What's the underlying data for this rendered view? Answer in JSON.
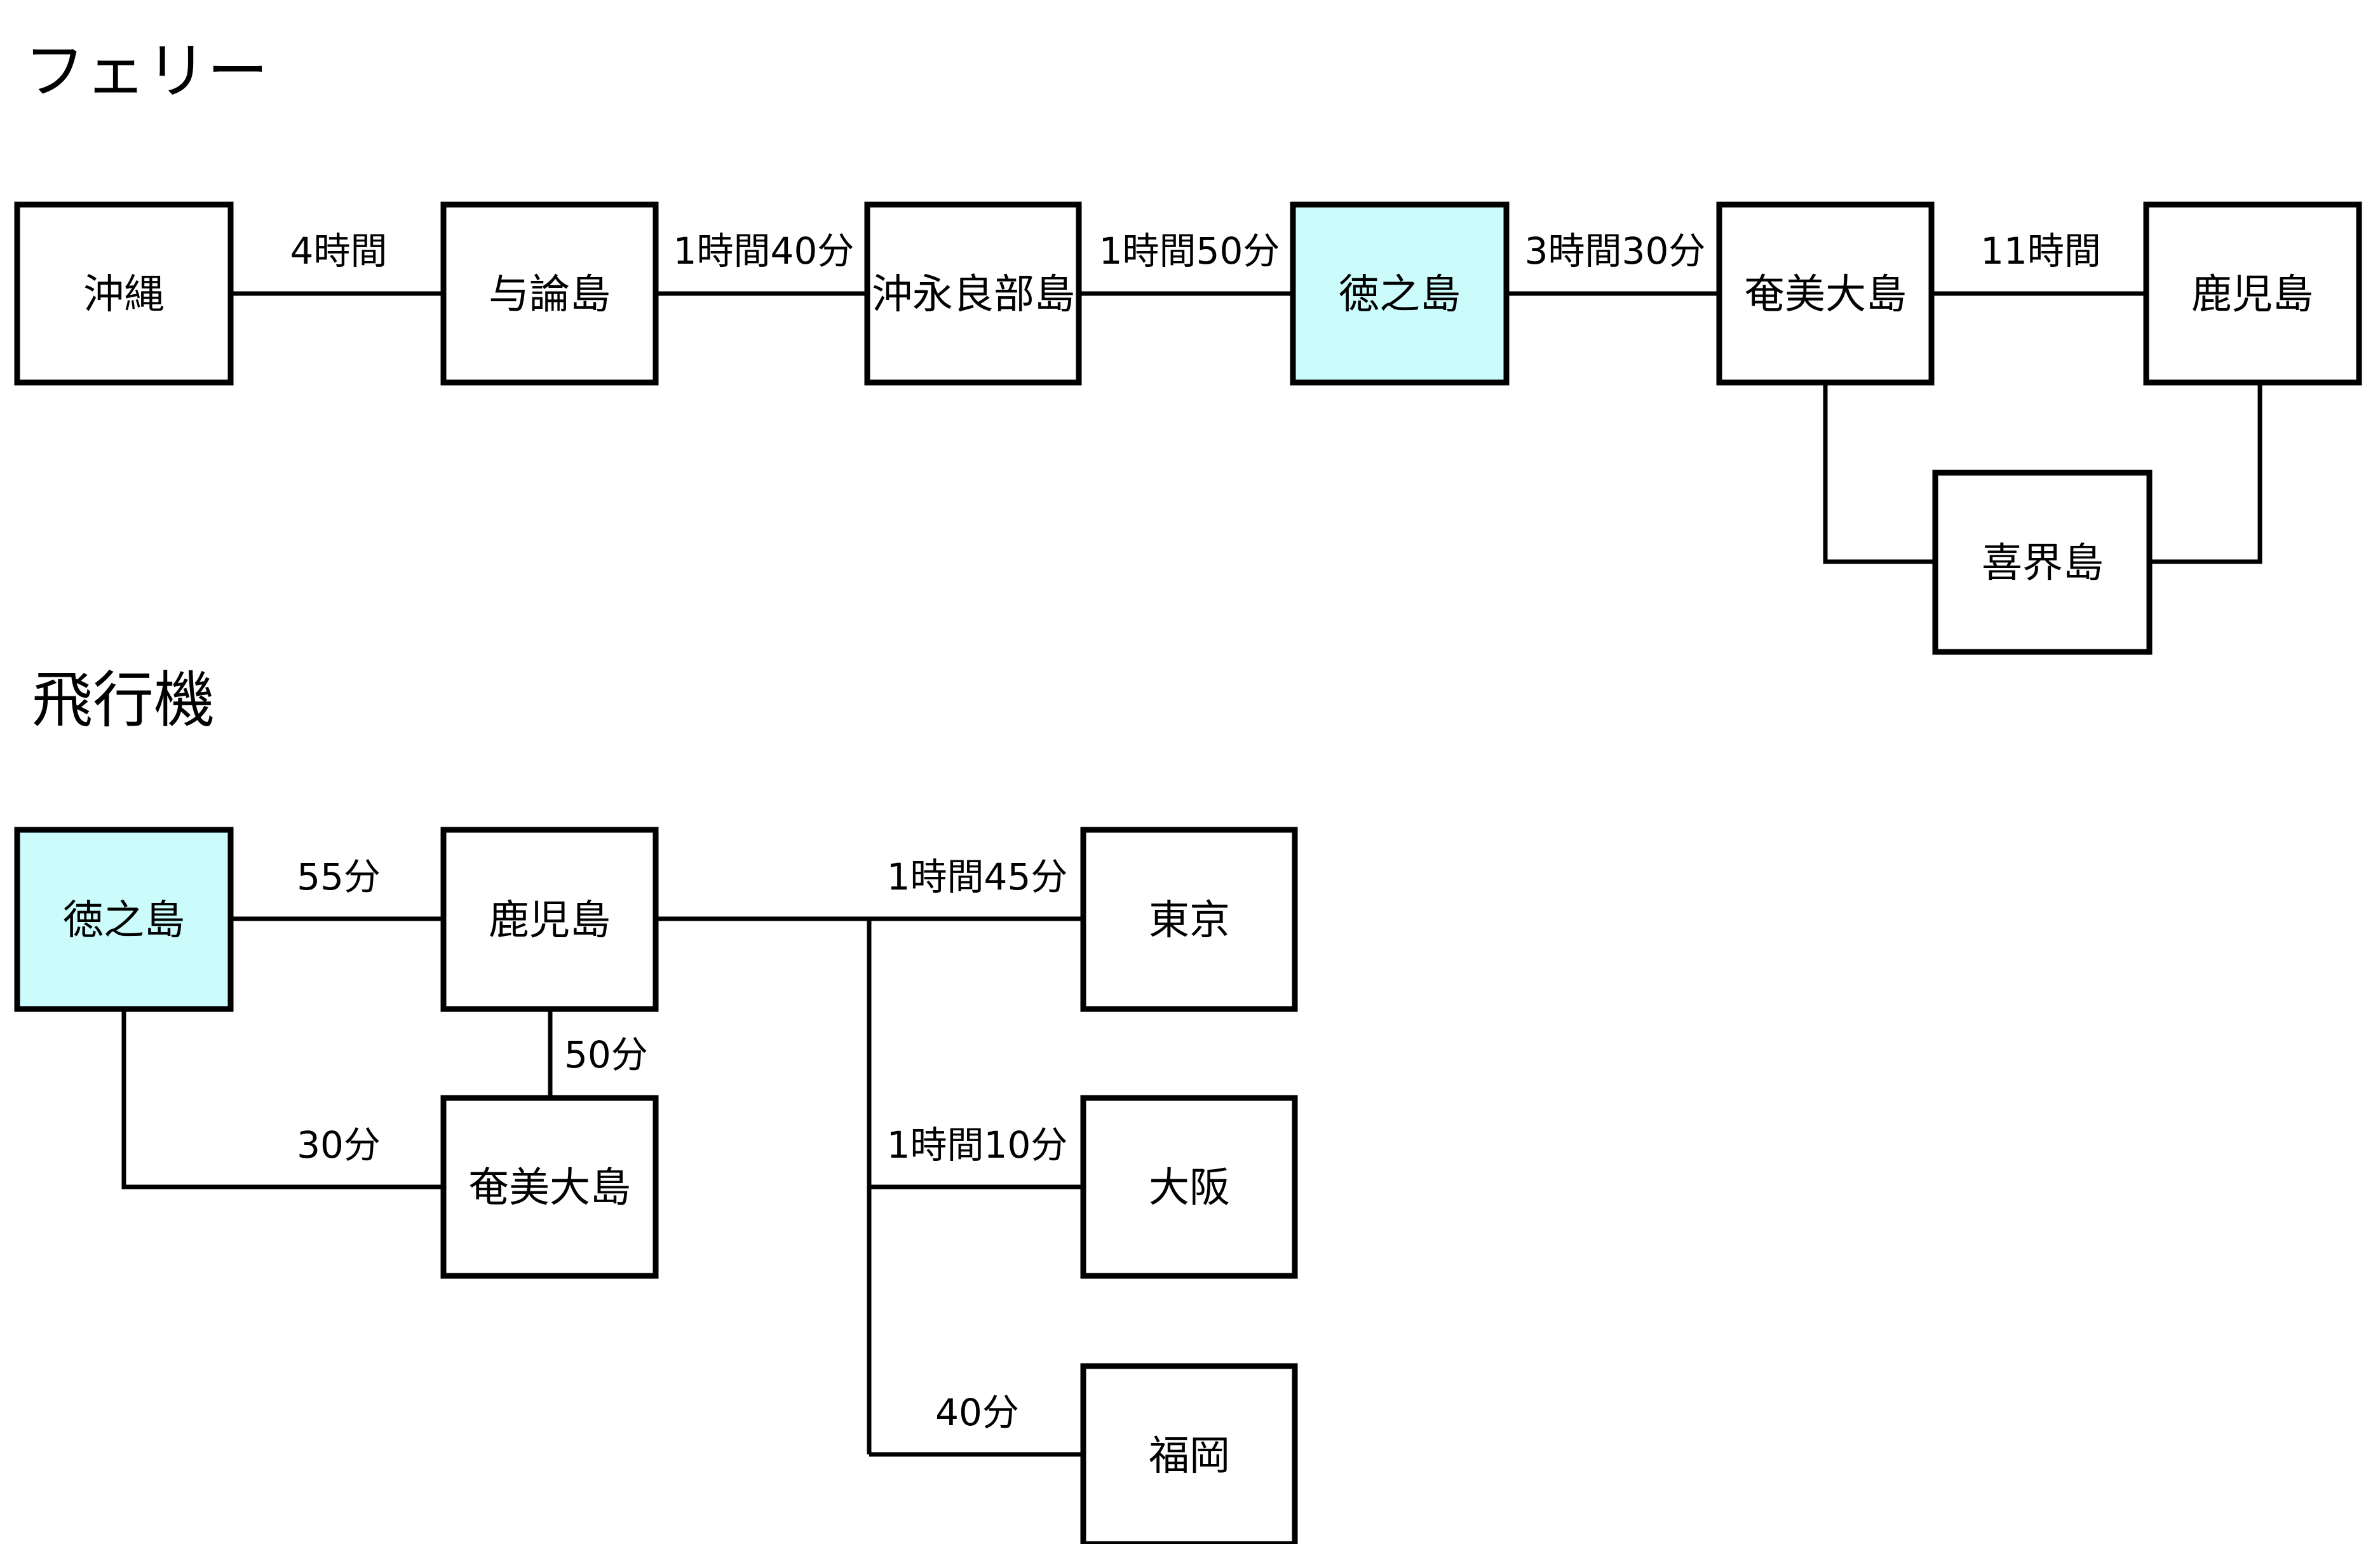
{
  "colors": {
    "highlight": "#ccfbfb",
    "default_fill": "#ffffff",
    "stroke": "#000000"
  },
  "ferry": {
    "title": "フェリー",
    "nodes": {
      "okinawa": "沖縄",
      "yoron": "与論島",
      "okinoerabu": "沖永良部島",
      "tokunoshima": "徳之島",
      "amami": "奄美大島",
      "kagoshima": "鹿児島",
      "kikai": "喜界島"
    },
    "highlighted_node": "tokunoshima",
    "edges": {
      "okinawa_yoron": "4時間",
      "yoron_okinoerabu": "1時間40分",
      "okinoerabu_tokunoshima": "1時間50分",
      "tokunoshima_amami": "3時間30分",
      "amami_kagoshima": "11時間"
    }
  },
  "airplane": {
    "title": "飛行機",
    "nodes": {
      "tokunoshima": "徳之島",
      "kagoshima": "鹿児島",
      "amami": "奄美大島",
      "tokyo": "東京",
      "osaka": "大阪",
      "fukuoka": "福岡"
    },
    "highlighted_node": "tokunoshima",
    "edges": {
      "tokunoshima_kagoshima": "55分",
      "kagoshima_amami": "50分",
      "tokunoshima_amami": "30分",
      "kagoshima_tokyo": "1時間45分",
      "kagoshima_osaka": "1時間10分",
      "kagoshima_fukuoka": "40分"
    }
  }
}
